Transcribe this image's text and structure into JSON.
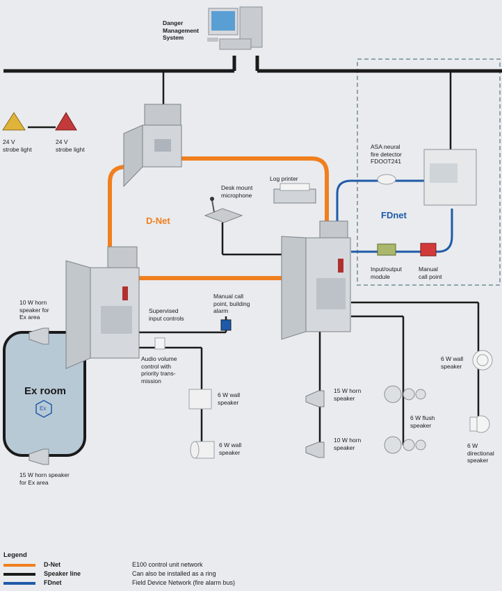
{
  "labels": {
    "dms": "Danger\nManagement\nSystem",
    "strobe1": "24 V\nstrobe light",
    "strobe2": "24 V\nstrobe light",
    "dnet": "D-Net",
    "fdnet": "FDnet",
    "asa": "ASA neural\nfire detector\nFDOOT241",
    "desk_mic": "Desk mount\nmicrophone",
    "log_printer": "Log printer",
    "io_module": "Input/output\nmodule",
    "manual_cp": "Manual\ncall point",
    "horn10_ex": "10 W horn\nspeaker for\nEx area",
    "supervised": "Supervised\ninput controls",
    "manual_cp_building": "Manual call\npoint, building\nalarm",
    "audio_vol": "Audio volume\ncontrol with\npriority trans-\nmission",
    "ex_room": "Ex room",
    "ex_symbol": "Ex",
    "wall6_a": "6 W wall\nspeaker",
    "wall6_b": "6 W wall\nspeaker",
    "horn15_ex": "15 W horn speaker\nfor Ex area",
    "horn15": "15 W horn\nspeaker",
    "horn10": "10 W horn\nspeaker",
    "flush6": "6 W flush\nspeaker",
    "wall6_c": "6 W wall\nspeaker",
    "directional6": "6 W\ndirectional\nspeaker"
  },
  "legend": {
    "title": "Legend",
    "items": [
      {
        "name": "D-Net",
        "desc": "E100 control unit network",
        "color": "#f07f1e"
      },
      {
        "name": "Speaker line",
        "desc": "Can also be installed as a ring",
        "color": "#1a1a1a"
      },
      {
        "name": "FDnet",
        "desc": "Field Device Network (fire alarm bus)",
        "color": "#1f5aa8"
      }
    ]
  },
  "colors": {
    "dnet": "#f07f1e",
    "speaker": "#1a1a1a",
    "fdnet": "#1f5aa8",
    "background": "#e9ebee"
  }
}
